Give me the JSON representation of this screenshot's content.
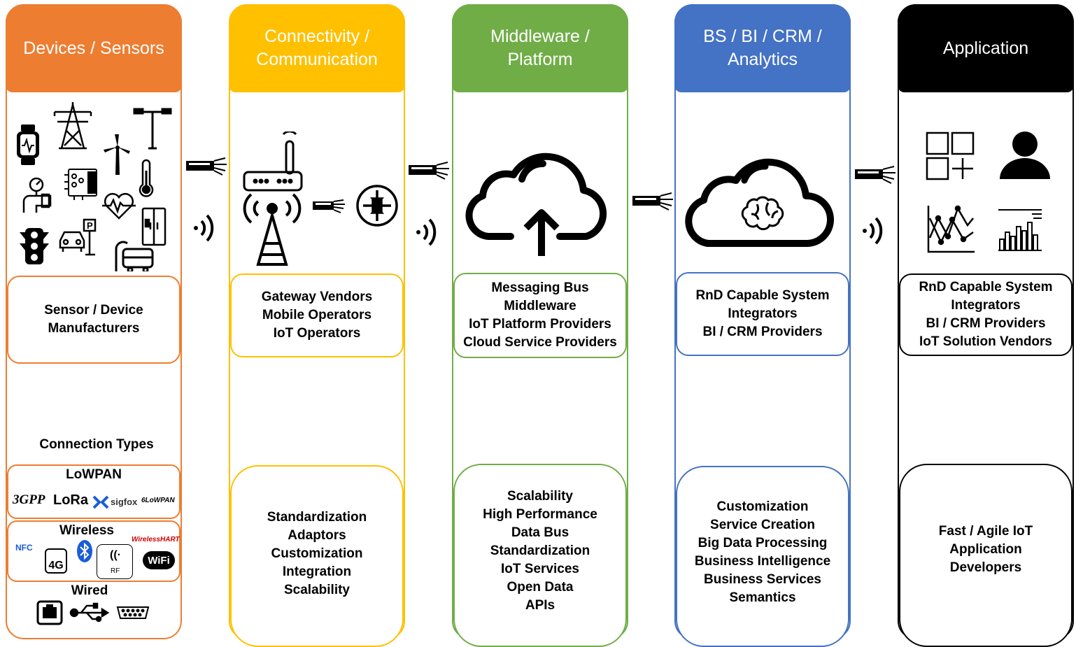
{
  "colors": {
    "devices": "#ED7D31",
    "connectivity": "#FFC000",
    "middleware": "#70AD47",
    "analytics": "#4472C4",
    "application": "#000000"
  },
  "columns": [
    {
      "title_lines": [
        "Devices / Sensors"
      ],
      "icons": [
        "smartwatch-icon",
        "power-tower-icon",
        "street-lamp-icon",
        "wind-turbine-icon",
        "circuit-board-icon",
        "thermometer-icon",
        "gas-meter-icon",
        "heart-rate-icon",
        "refrigerator-icon",
        "traffic-light-icon",
        "car-parking-icon",
        "bus-stop-icon"
      ],
      "box1_lines": [
        "Sensor / Device",
        "Manufacturers"
      ]
    },
    {
      "title_lines": [
        "Connectivity /",
        "Communication"
      ],
      "icons": [
        "router-icon",
        "cell-tower-icon",
        "cable-icon",
        "network-switch-icon"
      ],
      "box1_lines": [
        "Gateway Vendors",
        "Mobile Operators",
        "IoT Operators"
      ],
      "box2_lines": [
        "Standardization",
        "Adaptors",
        "Customization",
        "Integration",
        "Scalability"
      ]
    },
    {
      "title_lines": [
        "Middleware /",
        "Platform"
      ],
      "icons": [
        "cloud-upload-icon"
      ],
      "box1_lines": [
        "Messaging Bus",
        "Middleware",
        "IoT Platform Providers",
        "Cloud Service Providers"
      ],
      "box2_lines": [
        "Scalability",
        "High Performance",
        "Data Bus",
        "Standardization",
        "IoT Services",
        "Open Data",
        "APIs"
      ]
    },
    {
      "title_lines": [
        "BS / BI / CRM /",
        "Analytics"
      ],
      "icons": [
        "cloud-brain-icon"
      ],
      "box1_lines": [
        "RnD Capable System",
        "Integrators",
        "BI / CRM Providers"
      ],
      "box2_lines": [
        "Customization",
        "Service Creation",
        "Big Data Processing",
        "Business Intelligence",
        "Business Services",
        "Semantics"
      ]
    },
    {
      "title_lines": [
        "Application"
      ],
      "icons": [
        "app-grid-icon",
        "user-icon",
        "line-chart-icon",
        "bar-chart-icon"
      ],
      "box1_lines": [
        "RnD Capable System",
        "Integrators",
        "BI / CRM Providers",
        "IoT Solution Vendors"
      ],
      "box2_lines": [
        "Fast / Agile IoT",
        "Application",
        "Developers"
      ]
    }
  ],
  "connection_types": {
    "title": "Connection Types",
    "lowpan": {
      "title": "LoWPAN",
      "logos": [
        "3GPP",
        "LoRa",
        "sigfox",
        "6LoWPAN"
      ]
    },
    "wireless": {
      "title": "Wireless",
      "logos": [
        "NFC",
        "4G",
        "Bluetooth",
        "RF",
        "WirelessHART",
        "WiFi"
      ]
    },
    "wired": {
      "title": "Wired",
      "logos": [
        "ethernet-port-icon",
        "usb-icon",
        "serial-port-icon"
      ]
    }
  },
  "links": [
    "cable-icon",
    "wireless-signal-icon"
  ]
}
